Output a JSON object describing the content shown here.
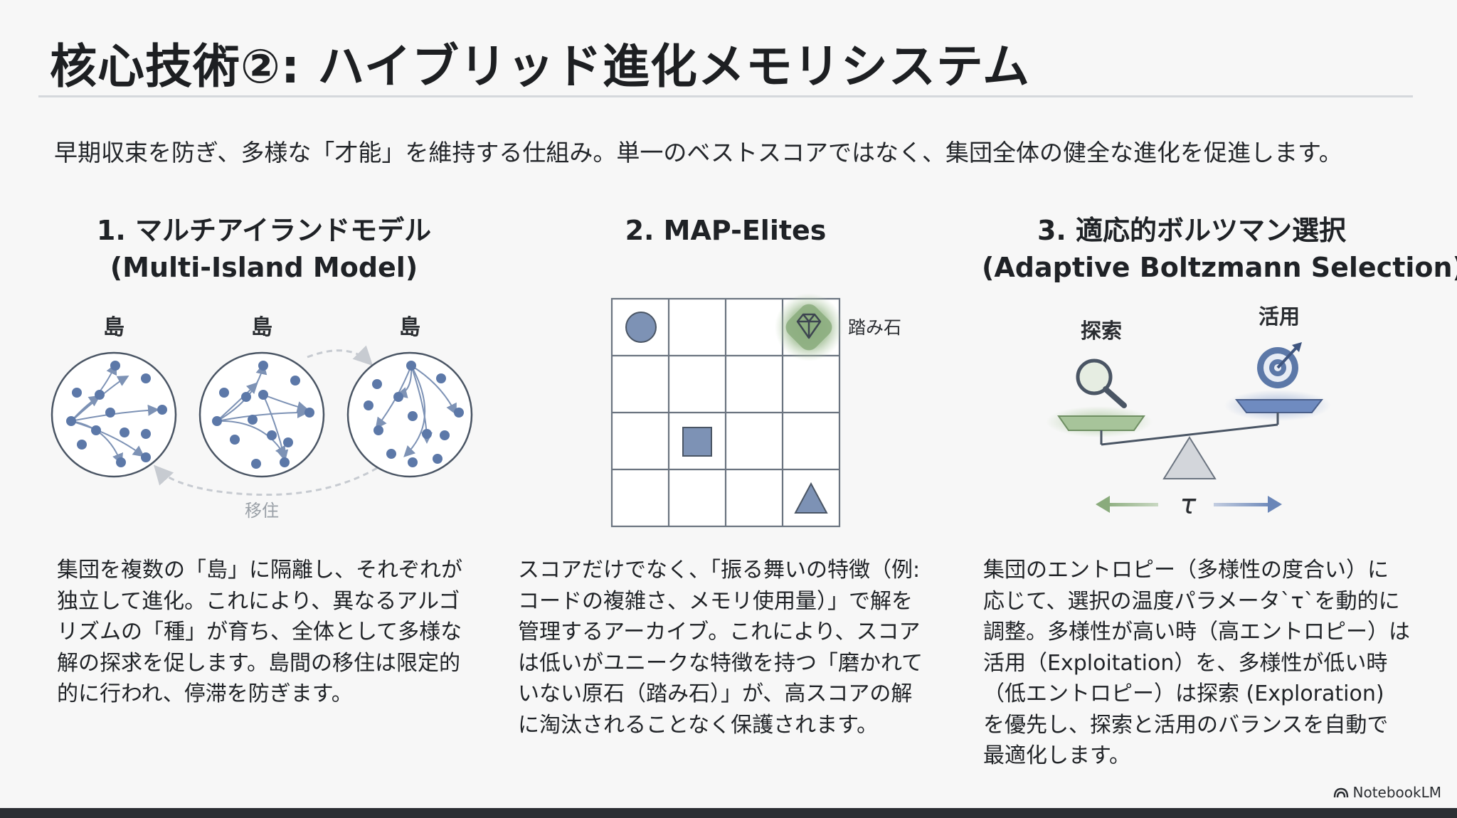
{
  "title": "核心技術②: ハイブリッド進化メモリシステム",
  "subtitle": "早期収束を防ぎ、多様な「才能」を維持する仕組み。単一のベストスコアではなく、集団全体の健全な進化を促進します。",
  "columns": [
    {
      "heading_line1": "1. マルチアイランドモデル",
      "heading_line2": "(Multi-Island Model)",
      "body_lines": [
        "集団を複数の「島」に隔離し、それぞれが",
        "独立して進化。これにより、異なるアルゴ",
        "リズムの「種」が育ち、全体として多様な",
        "解の探求を促します。島間の移住は限定的",
        "的に行われ、停滞を防ぎます。"
      ]
    },
    {
      "heading_line1": "2. MAP-Elites",
      "heading_line2": "",
      "body_lines": [
        "スコアだけでなく、「振る舞いの特徴（例:",
        "コードの複雑さ、メモリ使用量）」で解を",
        "管理するアーカイブ。これにより、スコア",
        "は低いがユニークな特徴を持つ「磨かれて",
        "いない原石（踏み石）」が、高スコアの解",
        "に淘汰されることなく保護されます。"
      ]
    },
    {
      "heading_line1": "3. 適応的ボルツマン選択",
      "heading_line2": "(Adaptive Boltzmann Selection)",
      "body_lines": [
        "集団のエントロピー（多様性の度合い）に",
        "応じて、選択の温度パラメータ`τ`を動的に",
        "調整。多様性が高い時（高エントロピー）は",
        "活用（Exploitation）を、多様性が低い時",
        "（低エントロピー）は探索 (Exploration)",
        "を優先し、探索と活用のバランスを自動で",
        "最適化します。"
      ]
    }
  ],
  "diagram1": {
    "island_labels": [
      "島",
      "島",
      "島"
    ],
    "migration_label": "移住"
  },
  "diagram2": {
    "stepping_stone_label": "踏み石"
  },
  "diagram3": {
    "explore_label": "探索",
    "exploit_label": "活用",
    "tau_label": "τ"
  },
  "colors": {
    "accent_blue": "#5c78a8",
    "accent_green": "#8aab7c",
    "grid_line": "#6b7480",
    "text_dark": "#1f2328"
  },
  "icons": {
    "magnifier": "search-icon",
    "target": "target-icon",
    "gem": "gem-icon",
    "brand": "notebooklm-logo-icon"
  },
  "brand": "NotebookLM"
}
